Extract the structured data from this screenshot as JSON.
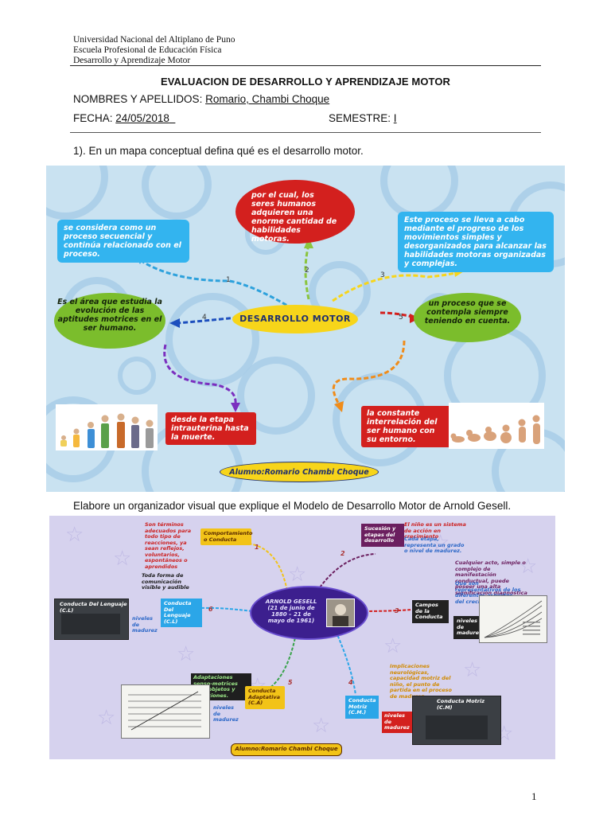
{
  "header": {
    "line1": "Universidad Nacional del Altiplano de Puno",
    "line2": "Escuela Profesional de Educación Física",
    "line3": "Desarrollo y Aprendizaje Motor"
  },
  "title": "EVALUACION DE DESARROLLO Y APRENDIZAJE MOTOR",
  "fields": {
    "names_label": "NOMBRES Y APELLIDOS:",
    "names_value": "Romario, Chambi Choque",
    "date_label": "FECHA:",
    "date_value": "24/05/2018",
    "semester_label": "SEMESTRE:",
    "semester_value": "I"
  },
  "question1": "1).   En un mapa conceptual defina qué es el desarrollo motor.",
  "map1": {
    "center": "DESARROLLO MOTOR",
    "node_1": "se considera como un proceso secuencial y continúa relacionado con el proceso.",
    "node_2": "por el cual, los seres humanos adquieren una enorme cantidad de habilidades motoras.",
    "node_3": "Este proceso se lleva a cabo mediante el progreso de los movimientos simples y desorganizados para alcanzar las habilidades motoras organizadas y complejas.",
    "node_4": "Es el área que estudia la evolución de las aptitudes motrices en el ser humano.",
    "node_5": "un proceso que se contempla siempre teniendo en cuenta.",
    "node_4b": "desde la etapa intrauterina hasta la muerte.",
    "node_5b": "la constante interrelación del ser humano con su entorno.",
    "student": "Alumno:Romario Chambi Choque",
    "nums": [
      "1",
      "2",
      "3",
      "4",
      "5"
    ]
  },
  "question2": "Elabore un organizador visual que explique el Modelo de Desarrollo Motor de Arnold Gesell.",
  "map2": {
    "center_title": "ARNOLD GESELL",
    "center_dates": "(21 de junio de 1880 – 21 de mayo de 1961)",
    "branch_1": "Comportamiento o Conducta",
    "branch_1_note": "Son términos adecuados para todo tipo de reacciones, ya sean reflejos, voluntarios, espontáneos o aprendidos",
    "branch_2": "Sucesión y etapas del desarrollo",
    "branch_2_note": "El niño es un sistema de acción en crecimiento",
    "branch_2_note_b": "Cada etapa, representa un grado o nivel de madurez.",
    "branch_3": "Campos de la Conducta",
    "branch_3_note": "Cualquier acto, simple o complejo de manifestación conductual, puede poseer una alta significación diagnóstica",
    "branch_3_note_b": "Que son representativos de los diferentes aspectos del crecimiento",
    "branch_3_level": "niveles de madurez",
    "branch_4": "Conducta Motriz (C.M.)",
    "branch_4_note": "Implicaciones neurológicas, capacidad motriz del niño, el punto de partida en el proceso de madurez",
    "branch_4_level": "niveles de madurez",
    "branch_4_card": "Conducta Motriz (C.M)",
    "branch_5": "Conducta Adaptativa (C.A)",
    "branch_5_note": "Adaptaciones senso-motrices ante objetos y situaciones.",
    "branch_5_level": "niveles de madurez",
    "branch_6": "Conducta Del Lenguaje (C.L)",
    "branch_6_note": "Toda forma de comunicación visible y audible",
    "branch_6_level": "niveles de madurez",
    "branch_6_card": "Conducta Del Lenguaje (C.L)",
    "student": "Alumno:Romario Chambi Choque",
    "nums": [
      "1",
      "2",
      "3",
      "4",
      "5",
      "6"
    ]
  },
  "page_number": "1"
}
